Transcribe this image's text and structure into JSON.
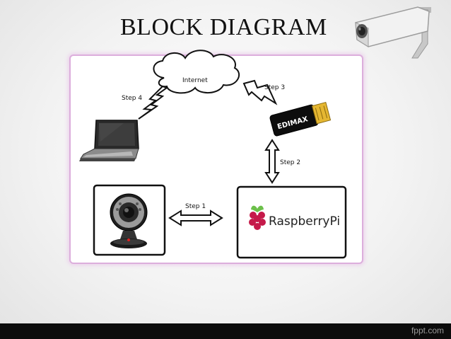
{
  "slide": {
    "title": "BLOCK DIAGRAM"
  },
  "diagram": {
    "cloud_label": "Internet",
    "steps": {
      "step1": "Step 1",
      "step2": "Step 2",
      "step3": "Step 3",
      "step4": "Step 4"
    },
    "wifi_dongle_brand": "EDIMAX",
    "device_label": "RaspberryPi"
  },
  "footer": {
    "brand": "fppt.com"
  },
  "colors": {
    "frame_border": "#dcaedc",
    "raspberry": "#c51a4a",
    "leaf": "#6cc04a",
    "bolt_fill": "#ffffff"
  }
}
